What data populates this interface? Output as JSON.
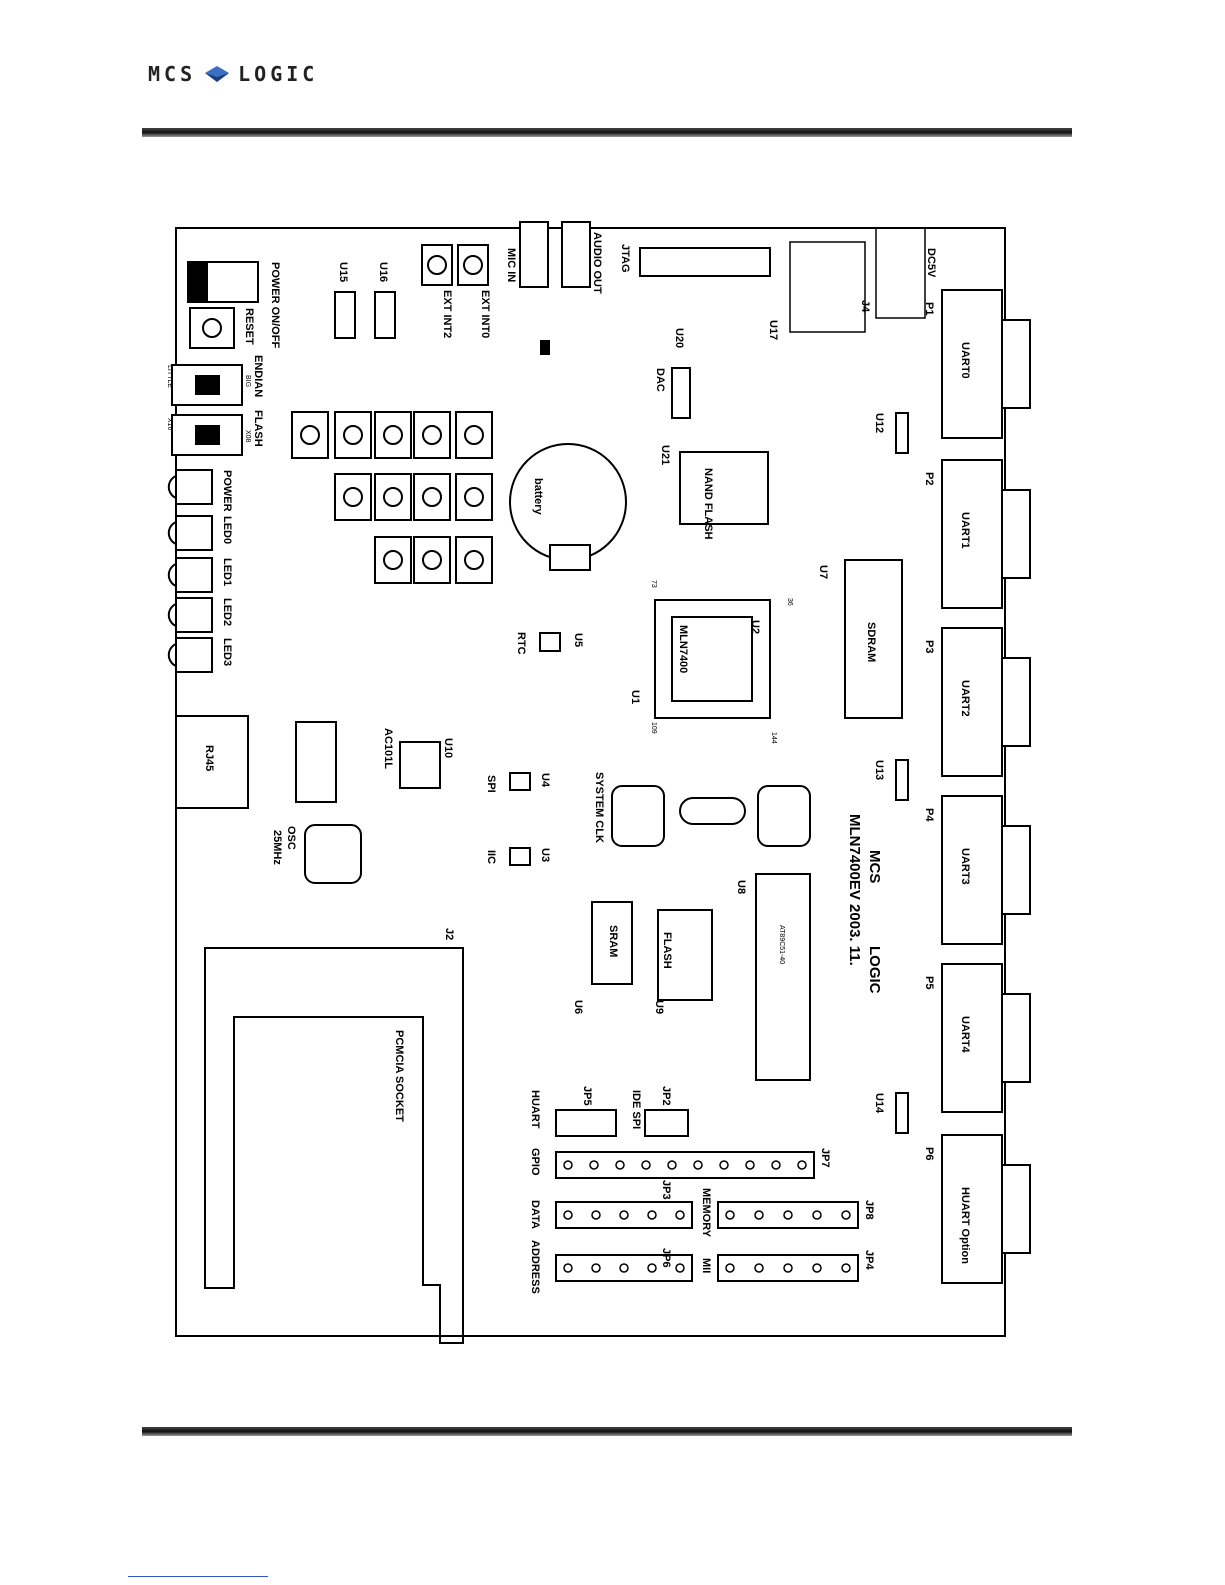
{
  "header": {
    "logo_left": "MCS",
    "logo_right": "LOGIC"
  },
  "board": {
    "power_label": "POWER ON/OFF",
    "reset_label": "RESET",
    "endian_label": "ENDIAN",
    "big_label": "BIG",
    "little_label": "LITTLE",
    "flash_sel_label": "FLASH",
    "x16_label": "X16",
    "x08_label": "X08",
    "leds": [
      "POWER",
      "LED0",
      "LED1",
      "LED2",
      "LED3"
    ],
    "u15": "U15",
    "u16": "U16",
    "ext_int2": "EXT INT2",
    "ext_int0": "EXT INT0",
    "mic_in": "MIC IN",
    "audio_out": "AUDIO OUT",
    "jtag": "JTAG",
    "u17": "U17",
    "j4": "J4",
    "dc5v": "DC5V",
    "p1": "P1",
    "uart0": "UART0",
    "u12": "U12",
    "p2": "P2",
    "uart1": "UART1",
    "p3": "P3",
    "uart2": "UART2",
    "u13": "U13",
    "p4": "P4",
    "uart3": "UART3",
    "p5": "P5",
    "uart4": "UART4",
    "u14": "U14",
    "p6": "P6",
    "huart_option": "HUART Option",
    "u20": "U20",
    "dac": "DAC",
    "u21": "U21",
    "nand_flash": "NAND FLASH",
    "battery": "battery",
    "u7": "U7",
    "sdram": "SDRAM",
    "u2": "U2",
    "u1": "U1",
    "mln7400": "MLN7400",
    "u5": "U5",
    "rtc": "RTC",
    "rj45": "RJ45",
    "u10": "U10",
    "ac101l": "AC101L",
    "osc": "OSC",
    "osc_freq": "25MHz",
    "u4": "U4",
    "spi": "SPI",
    "u3": "U3",
    "iic": "IIC",
    "system_clk": "SYSTEM CLK",
    "u8": "U8",
    "u8_chip": "AT89C51-40",
    "silkscreen_model": "MLN7400EV 2003. 11.",
    "silk_logo_left": "MCS",
    "silk_logo_right": "LOGIC",
    "u6": "U6",
    "sram": "SRAM",
    "u9": "U9",
    "flash": "FLASH",
    "j2": "J2",
    "pcmcia": "PCMCIA SOCKET",
    "jp5": "JP5",
    "huart": "HUART",
    "jp2": "JP2",
    "ide_spi": "IDE SPI",
    "gpio": "GPIO",
    "jp7": "JP7",
    "jp3": "JP3",
    "memory": "MEMORY",
    "jp8": "JP8",
    "data": "DATA",
    "jp6": "JP6",
    "address": "ADDRESS",
    "mii": "MII",
    "jp4": "JP4",
    "pin73": "73",
    "pin36": "36",
    "pin144": "144",
    "pin109": "109"
  }
}
